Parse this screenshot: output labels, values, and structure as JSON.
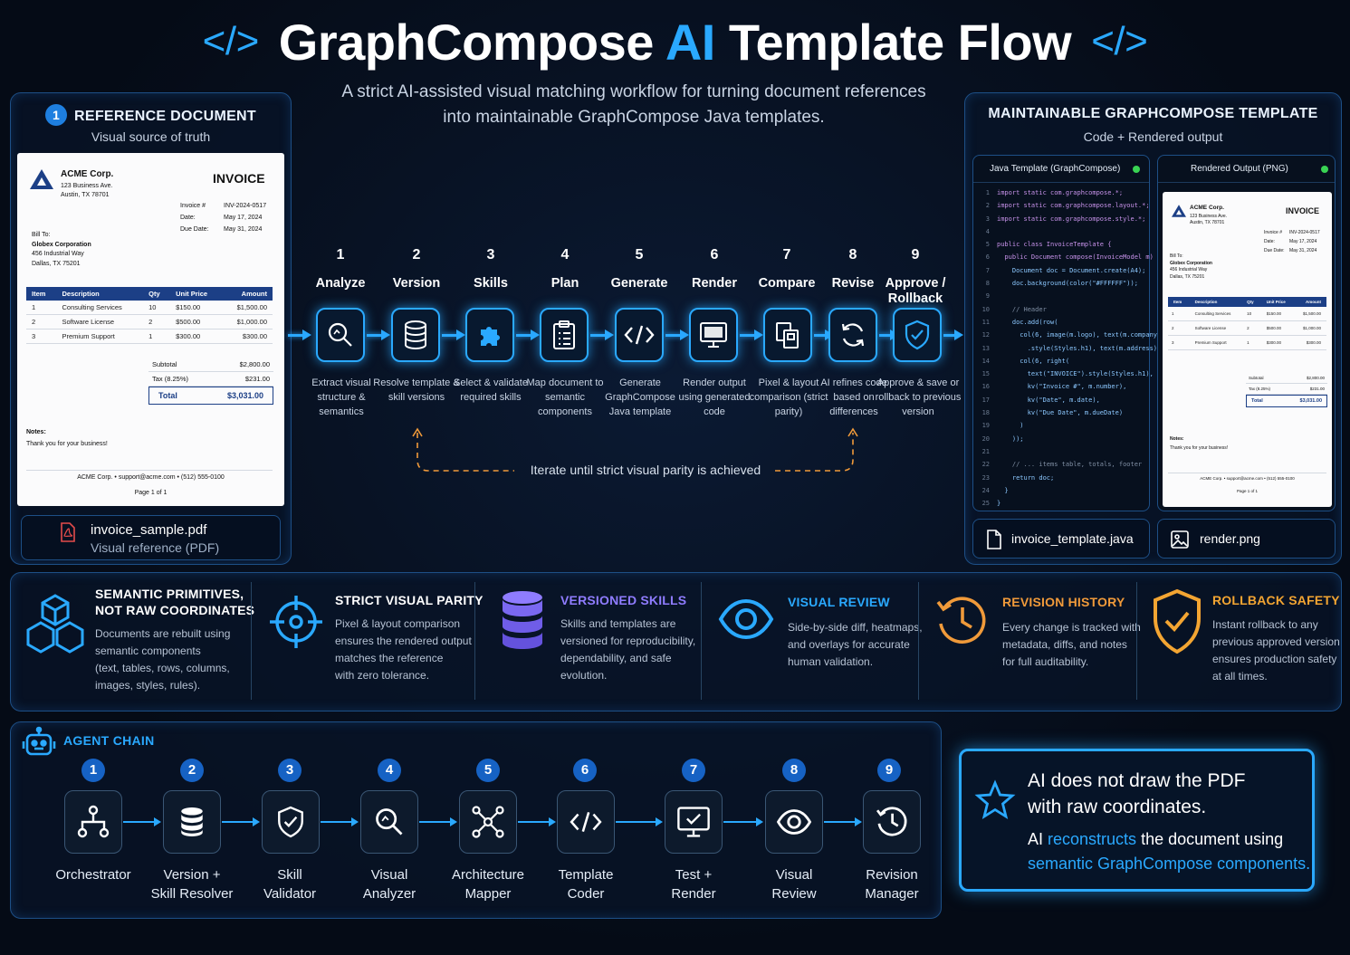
{
  "header": {
    "title_pre": "GraphCompose",
    "title_accent": "AI",
    "title_post": "Template Flow",
    "code_glyph": "</>",
    "subtitle_line1": "A strict AI-assisted visual matching workflow for turning document references",
    "subtitle_line2": "into maintainable GraphCompose Java templates."
  },
  "reference": {
    "number": "1",
    "title": "REFERENCE DOCUMENT",
    "subtitle": "Visual source of truth",
    "file_name": "invoice_sample.pdf",
    "file_caption": "Visual reference (PDF)"
  },
  "invoice": {
    "company": "ACME Corp.",
    "address1": "123 Business Ave.",
    "address2": "Austin, TX 78701",
    "heading": "INVOICE",
    "meta": [
      {
        "k": "Invoice #",
        "v": "INV-2024-0517"
      },
      {
        "k": "Date:",
        "v": "May 17, 2024"
      },
      {
        "k": "Due Date:",
        "v": "May 31, 2024"
      }
    ],
    "bill_to_label": "Bill To:",
    "client": "Globex Corporation",
    "client_addr1": "456 Industrial Way",
    "client_addr2": "Dallas, TX 75201",
    "columns": [
      "Item",
      "Description",
      "Qty",
      "Unit Price",
      "Amount"
    ],
    "rows": [
      [
        "1",
        "Consulting Services",
        "10",
        "$150.00",
        "$1,500.00"
      ],
      [
        "2",
        "Software License",
        "2",
        "$500.00",
        "$1,000.00"
      ],
      [
        "3",
        "Premium Support",
        "1",
        "$300.00",
        "$300.00"
      ]
    ],
    "subtotal_label": "Subtotal",
    "subtotal": "$2,800.00",
    "tax_label": "Tax (8.25%)",
    "tax": "$231.00",
    "total_label": "Total",
    "total": "$3,031.00",
    "notes_label": "Notes:",
    "notes": "Thank you for your business!",
    "footer": "ACME Corp.  •  support@acme.com  •  (512) 555-0100",
    "page": "Page 1 of 1",
    "small_footer": "ACME Corp.  •  support@acme.com  •  (512) 555-0100"
  },
  "flow": {
    "steps": [
      {
        "n": "1",
        "title": "Analyze",
        "desc": "Extract visual structure & semantics",
        "icon": "magnifier-icon"
      },
      {
        "n": "2",
        "title": "Version",
        "desc": "Resolve template & skill versions",
        "icon": "database-icon"
      },
      {
        "n": "3",
        "title": "Skills",
        "desc": "Select & validate required skills",
        "icon": "puzzle-icon"
      },
      {
        "n": "4",
        "title": "Plan",
        "desc": "Map document to semantic components",
        "icon": "clipboard-icon"
      },
      {
        "n": "5",
        "title": "Generate",
        "desc": "Generate GraphCompose Java template",
        "icon": "code-icon"
      },
      {
        "n": "6",
        "title": "Render",
        "desc": "Render output using generated code",
        "icon": "monitor-icon"
      },
      {
        "n": "7",
        "title": "Compare",
        "desc": "Pixel & layout comparison (strict parity)",
        "icon": "compare-icon"
      },
      {
        "n": "8",
        "title": "Revise",
        "desc": "AI refines code based on differences",
        "icon": "refresh-icon"
      },
      {
        "n": "9",
        "title": "Approve / Rollback",
        "desc": "Approve & save or rollback to previous version",
        "icon": "shield-check-icon"
      }
    ],
    "iterate_label": "Iterate until strict visual parity is achieved"
  },
  "output": {
    "title": "MAINTAINABLE GRAPHCOMPOSE TEMPLATE",
    "subtitle": "Code + Rendered output",
    "code_tab": "Java Template (GraphCompose)",
    "render_tab": "Rendered Output (PNG)",
    "code_file": "invoice_template.java",
    "render_file": "render.png",
    "code_lines": [
      "import static com.graphcompose.*;",
      "import static com.graphcompose.layout.*;",
      "import static com.graphcompose.style.*;",
      "",
      "public class InvoiceTemplate {",
      "  public Document compose(InvoiceModel m) {",
      "    Document doc = Document.create(A4);",
      "    doc.background(color(\"#FFFFFF\"));",
      "",
      "    // Header",
      "    doc.add(row(",
      "      col(6, image(m.logo), text(m.company)",
      "        .style(Styles.h1), text(m.address)),",
      "      col(6, right(",
      "        text(\"INVOICE\").style(Styles.h1),",
      "        kv(\"Invoice #\", m.number),",
      "        kv(\"Date\", m.date),",
      "        kv(\"Due Date\", m.dueDate)",
      "      )",
      "    ));",
      "",
      "    // ... items table, totals, footer",
      "    return doc;",
      "  }",
      "}"
    ]
  },
  "features": [
    {
      "title1": "SEMANTIC PRIMITIVES,",
      "title2": "NOT RAW COORDINATES",
      "color": "#ffffff",
      "icon": "cubes-icon",
      "lines": [
        "Documents are rebuilt using",
        "semantic components",
        "(text, tables, rows, columns,",
        "images, styles, rules)."
      ]
    },
    {
      "title1": "STRICT VISUAL PARITY",
      "title2": "",
      "color": "#ffffff",
      "icon": "crosshair-icon",
      "lines": [
        "Pixel & layout comparison",
        "ensures the rendered output",
        "matches the reference",
        "with zero tolerance."
      ]
    },
    {
      "title1": "VERSIONED SKILLS",
      "title2": "",
      "color": "#8f7cff",
      "icon": "stack-icon",
      "lines": [
        "Skills and templates are",
        "versioned for reproducibility,",
        "dependability, and safe",
        "evolution."
      ]
    },
    {
      "title1": "VISUAL REVIEW",
      "title2": "",
      "color": "#2aa9ff",
      "icon": "eye-icon",
      "lines": [
        "Side-by-side diff, heatmaps,",
        "and overlays for accurate",
        "human validation."
      ]
    },
    {
      "title1": "REVISION HISTORY",
      "title2": "",
      "color": "#f09a3a",
      "icon": "history-icon",
      "lines": [
        "Every change is tracked with",
        "metadata, diffs, and notes",
        "for full auditability."
      ]
    },
    {
      "title1": "ROLLBACK SAFETY",
      "title2": "",
      "color": "#f3a532",
      "icon": "shield-check-icon",
      "lines": [
        "Instant rollback to any",
        "previous approved version",
        "ensures production safety",
        "at all times."
      ]
    }
  ],
  "agents": {
    "title": "AGENT CHAIN",
    "items": [
      {
        "n": "1",
        "line1": "Orchestrator",
        "line2": "",
        "icon": "hierarchy-icon"
      },
      {
        "n": "2",
        "line1": "Version +",
        "line2": "Skill Resolver",
        "icon": "database-icon"
      },
      {
        "n": "3",
        "line1": "Skill",
        "line2": "Validator",
        "icon": "shield-check-icon"
      },
      {
        "n": "4",
        "line1": "Visual",
        "line2": "Analyzer",
        "icon": "magnifier-icon"
      },
      {
        "n": "5",
        "line1": "Architecture",
        "line2": "Mapper",
        "icon": "network-icon"
      },
      {
        "n": "6",
        "line1": "Template",
        "line2": "Coder",
        "icon": "code-icon"
      },
      {
        "n": "7",
        "line1": "Test +",
        "line2": "Render",
        "icon": "monitor-check-icon"
      },
      {
        "n": "8",
        "line1": "Visual",
        "line2": "Review",
        "icon": "eye-icon"
      },
      {
        "n": "9",
        "line1": "Revision",
        "line2": "Manager",
        "icon": "history-icon"
      }
    ]
  },
  "callout": {
    "line1": "AI does not draw the PDF",
    "line2": "with raw coordinates.",
    "pre": "AI ",
    "highlight1": "reconstructs",
    "mid": " the document using",
    "highlight2": "semantic GraphCompose components."
  },
  "colors": {
    "accent": "#2aa9ff",
    "purple": "#8f7cff",
    "orange": "#f09a3a",
    "invoice_header": "#1c3f86"
  }
}
